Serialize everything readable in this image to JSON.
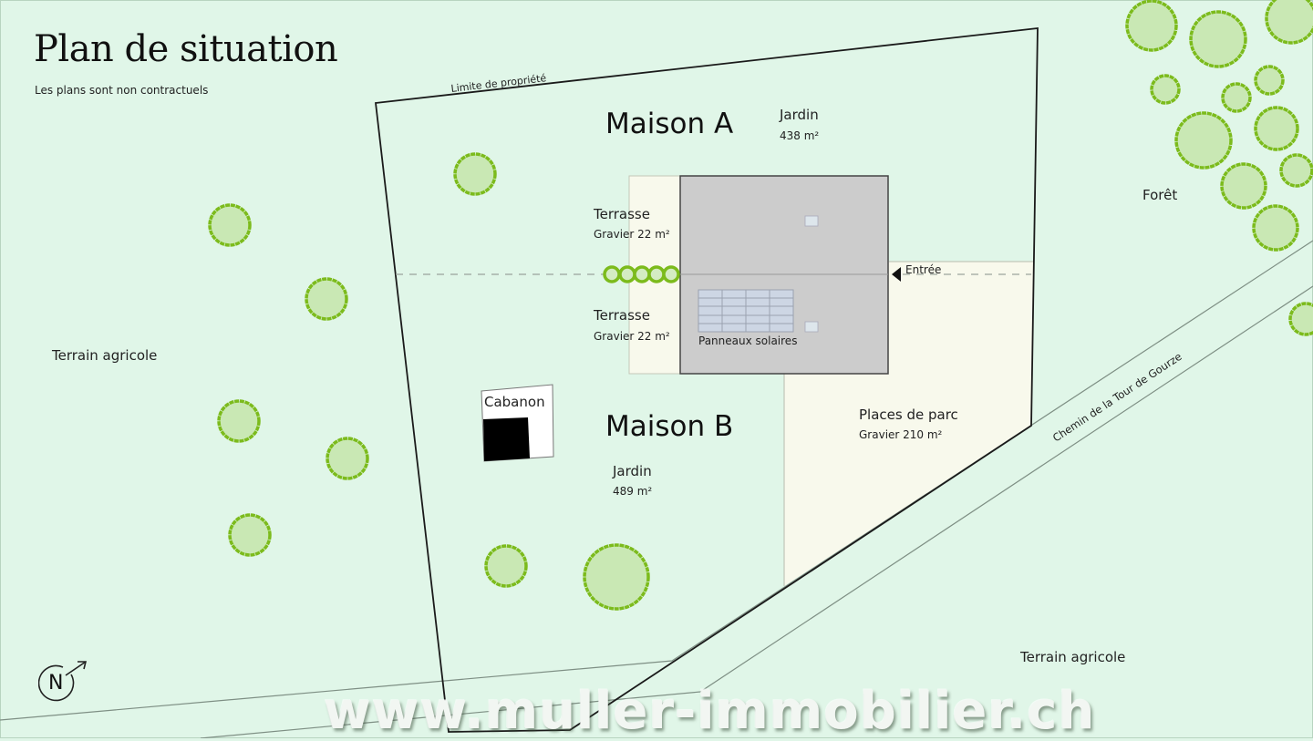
{
  "header": {
    "title": "Plan de situation",
    "subtitle": "Les plans sont non contractuels"
  },
  "labels": {
    "property_limit": "Limite de propriété",
    "maison_a": "Maison A",
    "maison_b": "Maison B",
    "jardin_a_label": "Jardin",
    "jardin_a_area": "438 m²",
    "jardin_b_label": "Jardin",
    "jardin_b_area": "489 m²",
    "terrasse_top_label": "Terrasse",
    "terrasse_top_area": "Gravier 22 m²",
    "terrasse_bottom_label": "Terrasse",
    "terrasse_bottom_area": "Gravier 22 m²",
    "solar_panels": "Panneaux solaires",
    "entrance": "Entrée",
    "parking_label": "Places de parc",
    "parking_area": "Gravier 210 m²",
    "shed": "Cabanon",
    "forest": "Forêt",
    "farmland_left": "Terrain agricole",
    "farmland_right": "Terrain agricole",
    "road": "Chemin de la Tour de Gourze"
  },
  "compass": {
    "letter": "N",
    "icon": "north-arrow-icon"
  },
  "watermark": "www.muller-immobilier.ch",
  "colors": {
    "background": "#e0f6e8",
    "tree_fill": "#c9e8b4",
    "tree_stroke": "#7cbb1c",
    "gravel": "#f8f9ec",
    "house": "#cccccc",
    "solar": "#cdd6e4"
  }
}
